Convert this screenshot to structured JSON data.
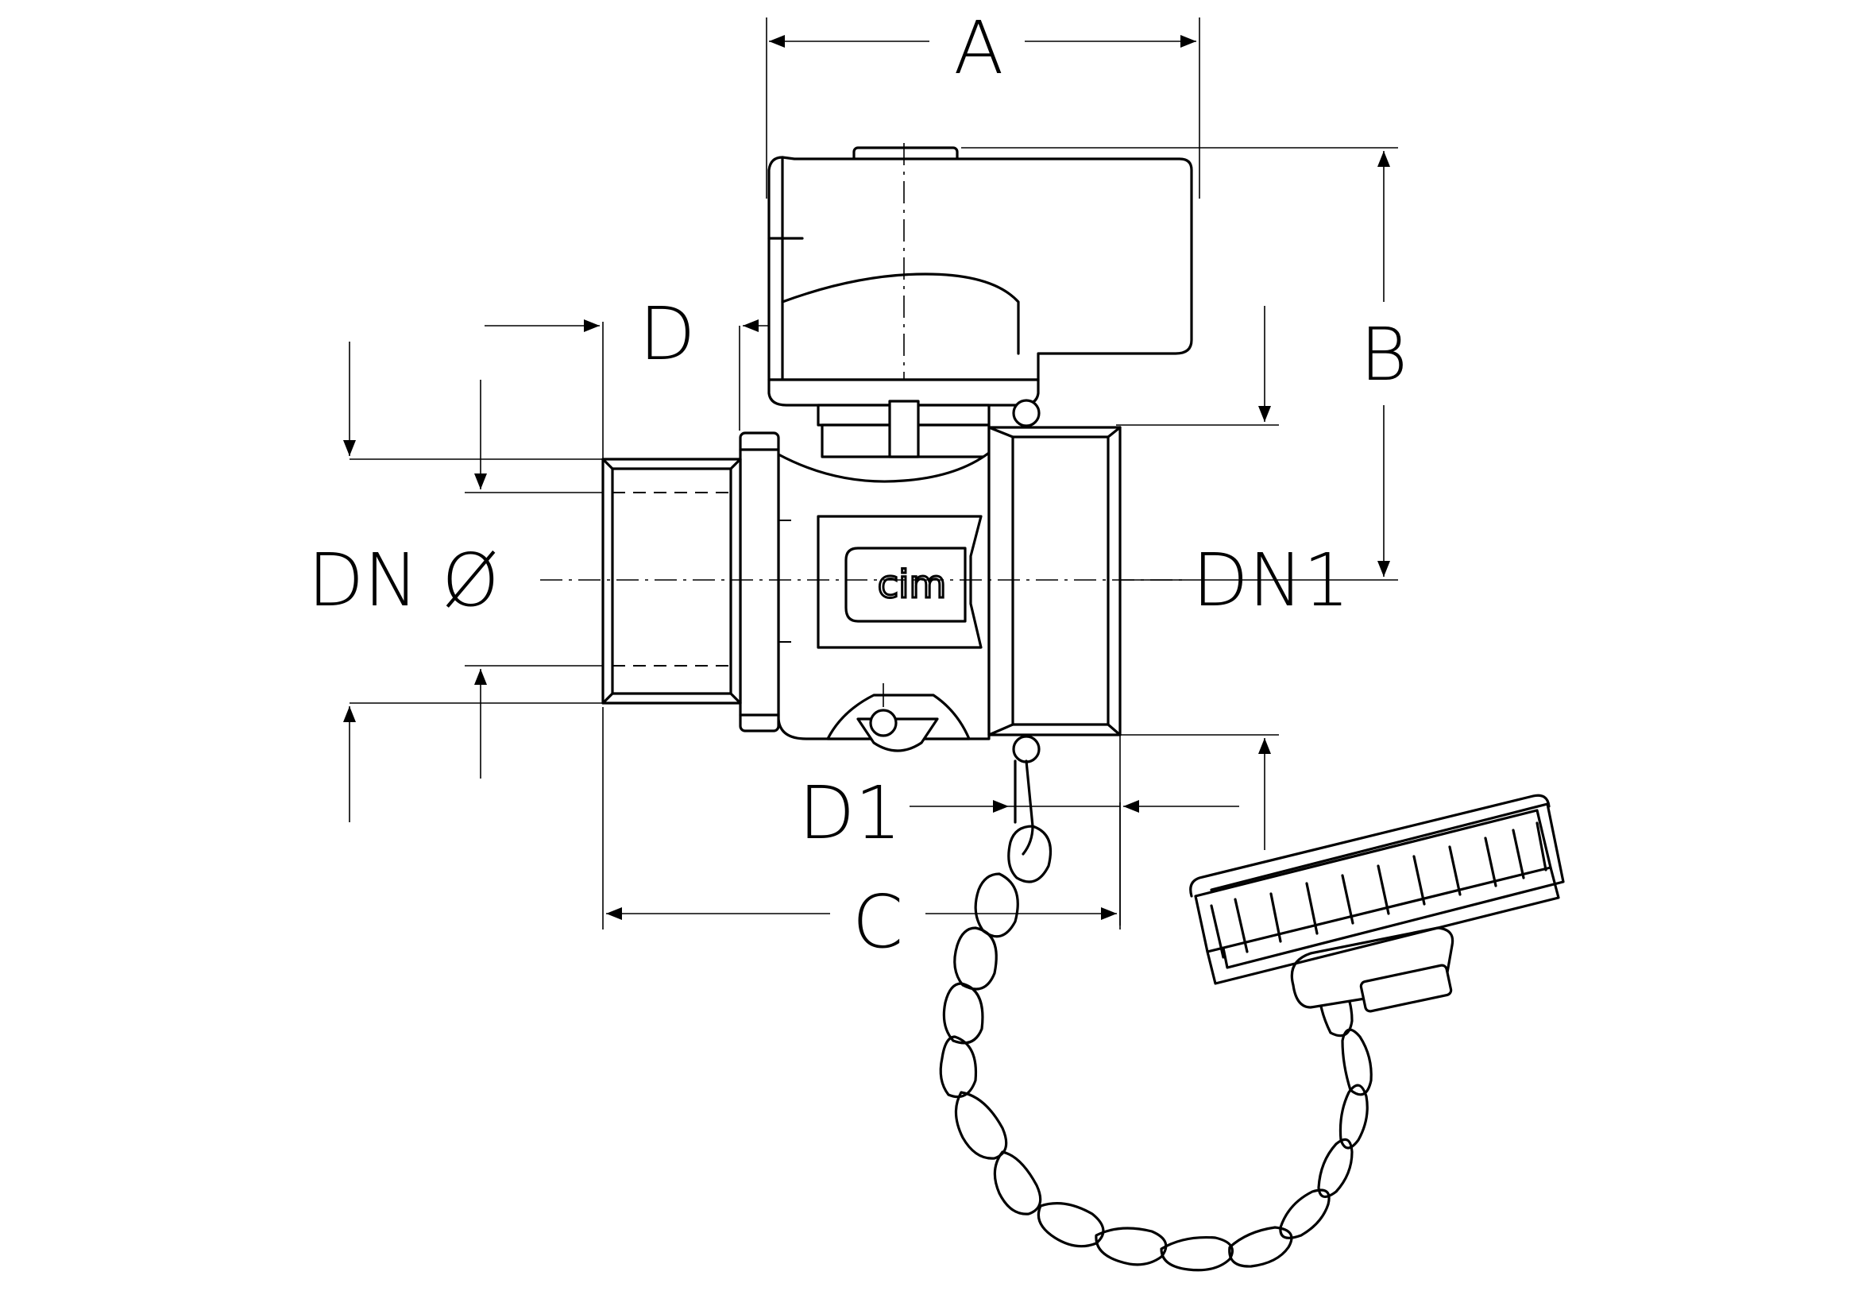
{
  "drawing": {
    "brand_logo": "cim",
    "dimensions": {
      "a": "A",
      "b": "B",
      "c": "C",
      "d": "D",
      "d1": "D1",
      "dn": "DN Ø",
      "dn1": "DN1"
    }
  }
}
